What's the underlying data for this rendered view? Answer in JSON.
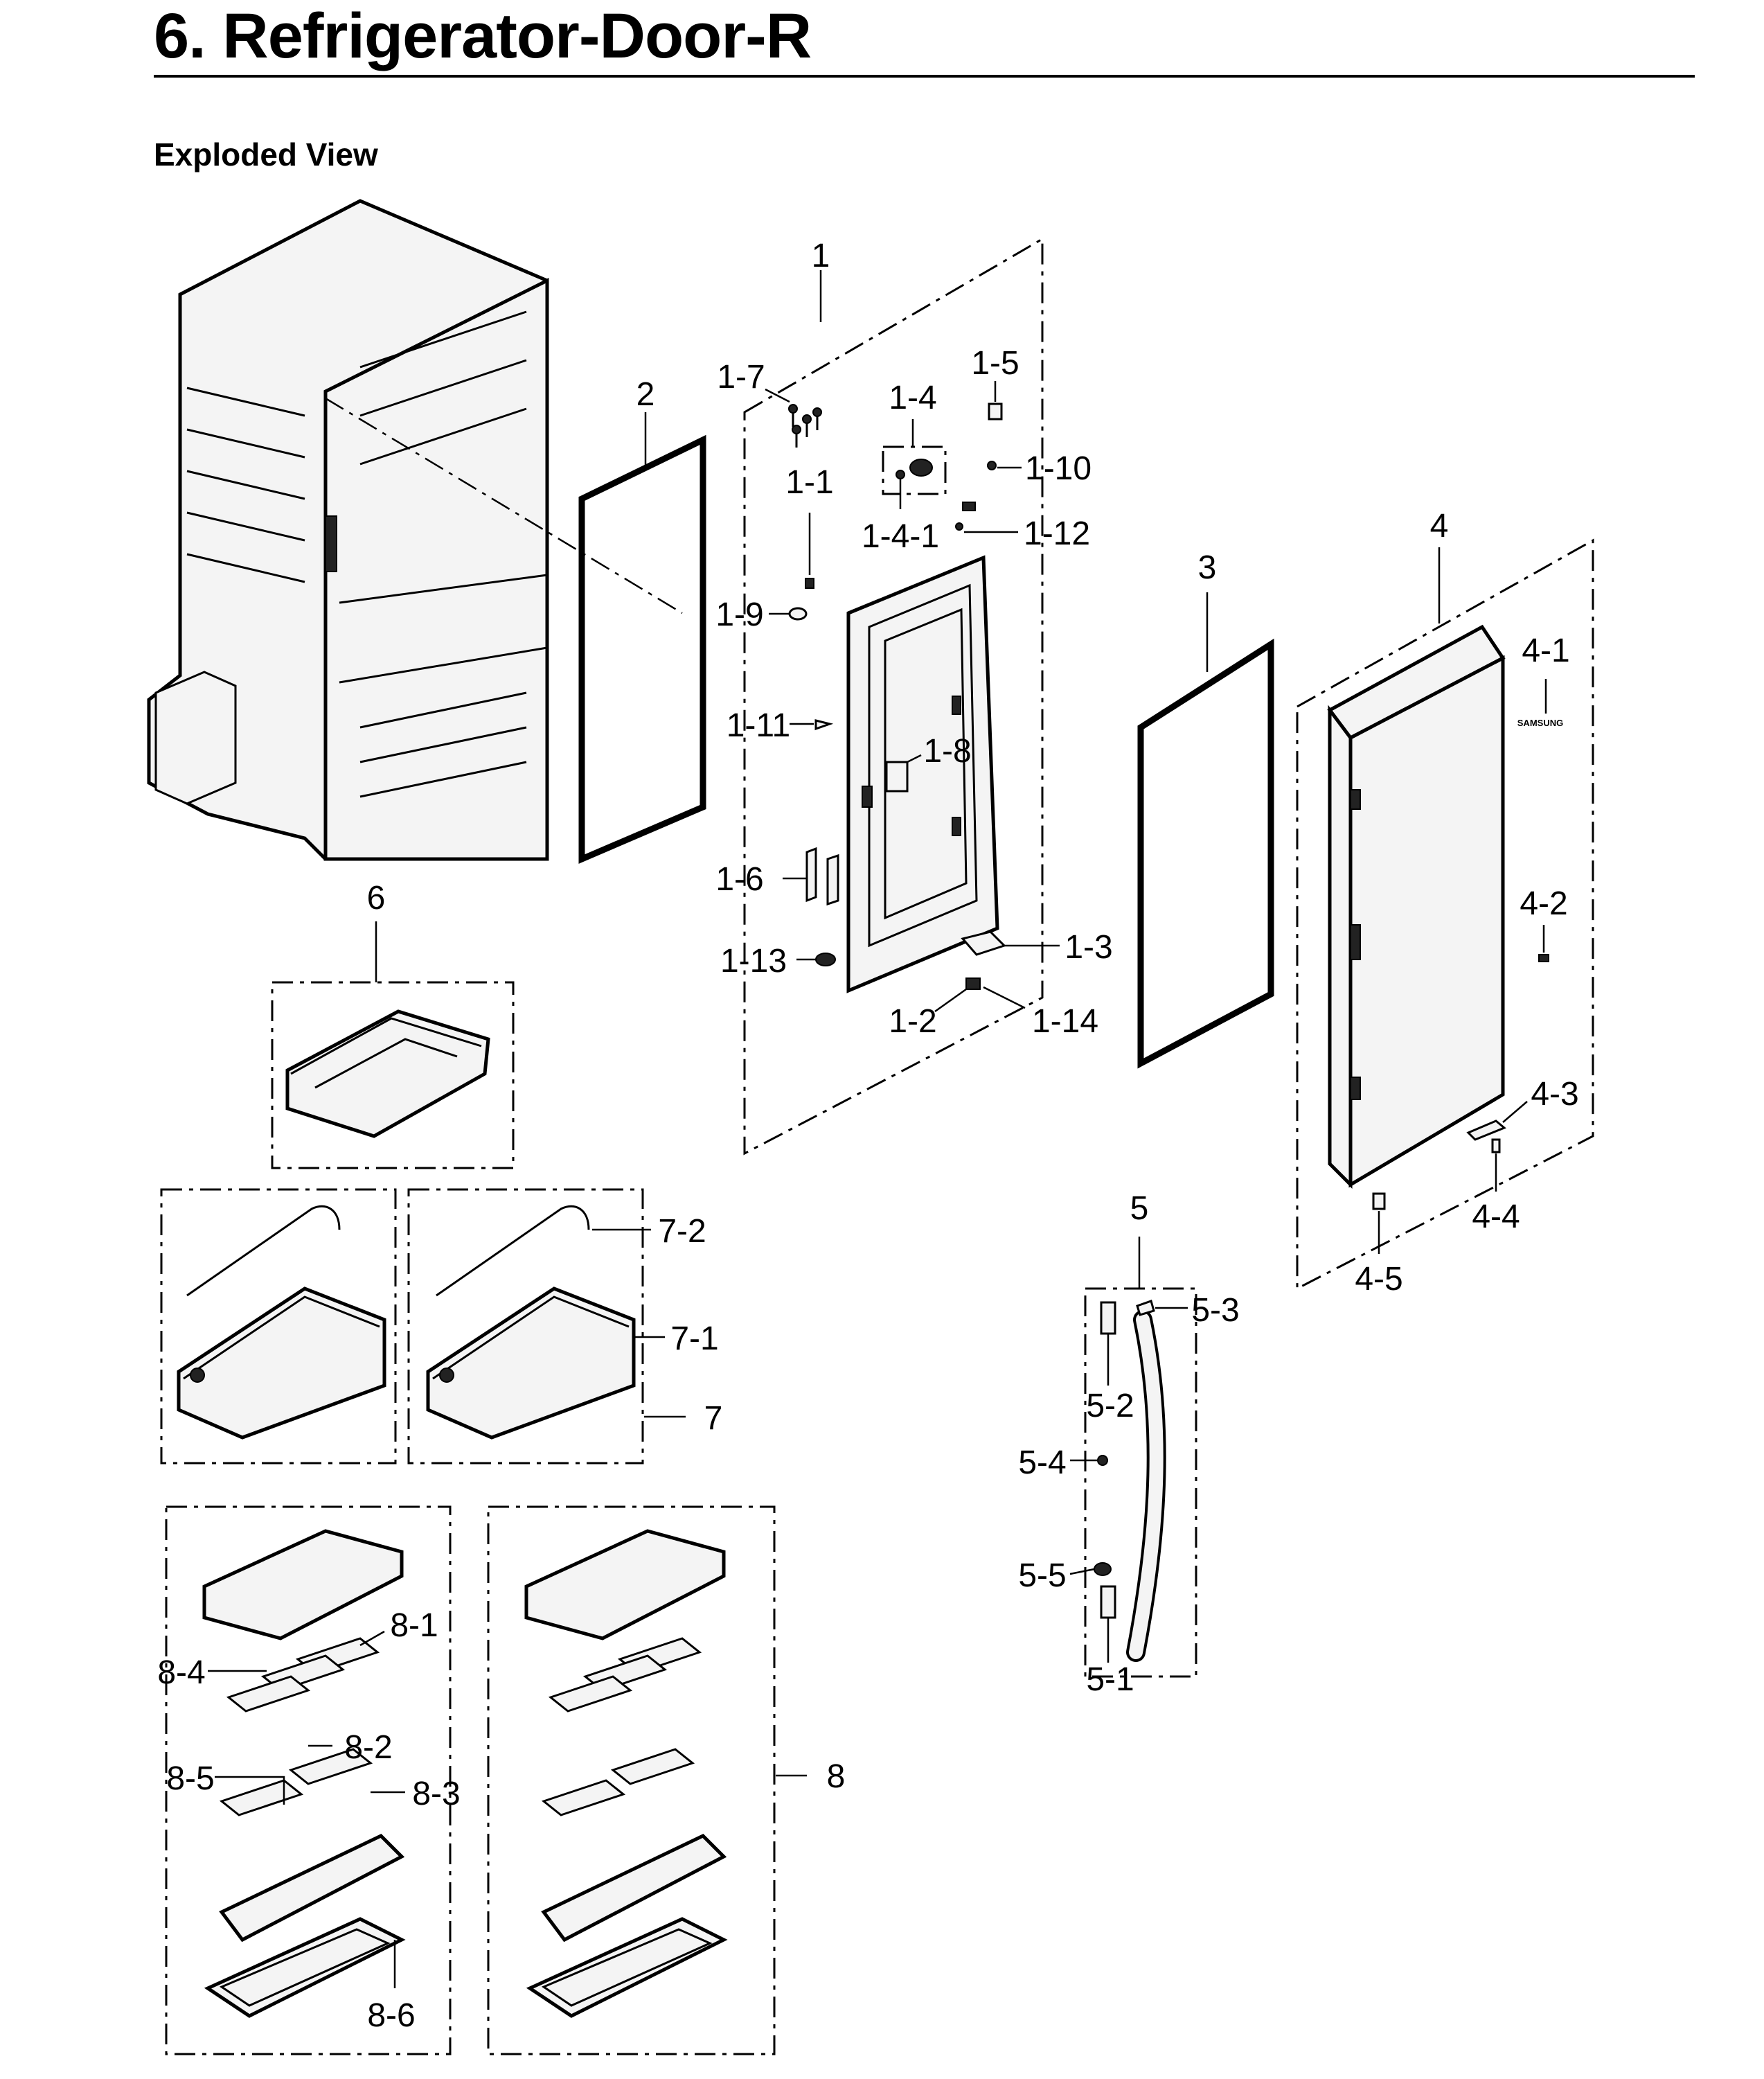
{
  "page": {
    "title": "6.  Refrigerator-Door-R",
    "subtitle": "Exploded View"
  },
  "callouts": {
    "c1": "1",
    "c1_1": "1-1",
    "c1_2": "1-2",
    "c1_3": "1-3",
    "c1_4": "1-4",
    "c1_4_1": "1-4-1",
    "c1_5": "1-5",
    "c1_6": "1-6",
    "c1_7": "1-7",
    "c1_8": "1-8",
    "c1_9": "1-9",
    "c1_10": "1-10",
    "c1_11": "1-11",
    "c1_12": "1-12",
    "c1_13": "1-13",
    "c1_14": "1-14",
    "c2": "2",
    "c3": "3",
    "c4": "4",
    "c4_1": "4-1",
    "c4_2": "4-2",
    "c4_3": "4-3",
    "c4_4": "4-4",
    "c4_5": "4-5",
    "c5": "5",
    "c5_1": "5-1",
    "c5_2": "5-2",
    "c5_3": "5-3",
    "c5_4": "5-4",
    "c5_5": "5-5",
    "c6": "6",
    "c7": "7",
    "c7_1": "7-1",
    "c7_2": "7-2",
    "c8": "8",
    "c8_1": "8-1",
    "c8_2": "8-2",
    "c8_3": "8-3",
    "c8_4": "8-4",
    "c8_5": "8-5",
    "c8_6": "8-6"
  },
  "logo_text": "SAMSUNG"
}
